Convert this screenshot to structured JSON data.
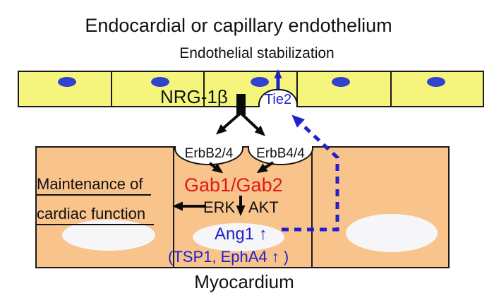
{
  "title": "Endocardial or capillary endothelium",
  "subtitle": "Endothelial stabilization",
  "colors": {
    "membrane": "#f5f57d",
    "myocardium": "#f9c38c",
    "nucleus": "#3143cd",
    "signal_blue": "#2121cc",
    "gab_red": "#e21717",
    "outline": "#1a1a1a"
  },
  "endothelium": {
    "cell_count": 5,
    "ligand": "NRG-1β",
    "receptor": "Tie2"
  },
  "myocardium": {
    "caption": "Myocardium",
    "receptors": [
      "ErbB2/4",
      "ErbB4/4"
    ],
    "gab": "Gab1/Gab2",
    "erk": "ERK",
    "akt": "AKT",
    "maintenance_line1": "Maintenance of",
    "maintenance_line2": "cardiac function",
    "ang1": "Ang1 ↑",
    "tsp": "(TSP1, EphA4 ↑ )"
  }
}
